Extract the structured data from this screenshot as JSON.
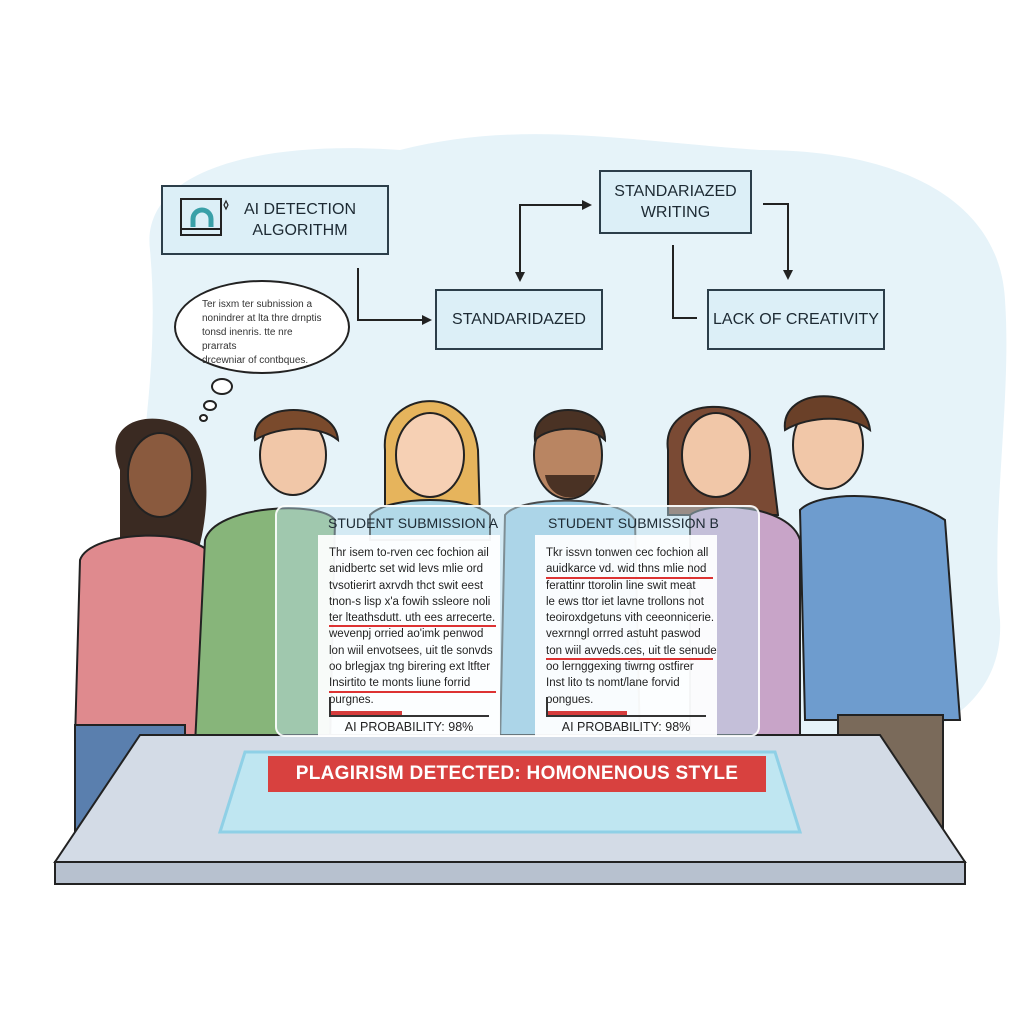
{
  "flowchart": {
    "ai_detection": {
      "line1": "AI DETECTION",
      "line2": "ALGORITHM",
      "icon": "monitor-magnet-icon"
    },
    "standardized_writing": {
      "line1": "STANDARIAZED",
      "line2": "WRITING"
    },
    "standardized": "STANDARIDAZED",
    "lack_of_creativity": "LACK OF CREATIVITY"
  },
  "thought_bubble": {
    "lines": [
      "Ter isxm ter subnission a",
      "nonindrer at lta thre drnptis",
      "tonsd inenris. tte nre prarrats",
      "drcewniar of contbques."
    ]
  },
  "submissions": [
    {
      "title": "STUDENT SUBMISSION A",
      "lines": [
        "Thr isem to-rven cec fochion ail",
        "anidbertc set wid levs mlie ord",
        "tvsotierirt axrvdh thct swit eest",
        "tnon-s lisp x'a fowih ssleore noli",
        "ter lteathsdutt. uth ees arrecerte.",
        "wevenpj orried ao'imk penwod",
        "lon wiil envotsees, uit tle sonvds",
        "oo brlegjax tng birering ext ltfter",
        "Insirtito te monts liune forrid",
        "ourgnes."
      ],
      "underlined": [
        4,
        8
      ],
      "probability_label": "AI PROBABILITY: 98%",
      "bar_fill_fraction": 0.45
    },
    {
      "title": "STUDENT SUBMISSION B",
      "lines": [
        "Tkr issvn tonwen cec fochion all",
        "auidkarce vd. wid thns mlie nod",
        "ferattinr ttorolin line swit meat",
        "le ews ttor iet lavne trollons not",
        "teoiroxdgetuns vith ceeonnicerie.",
        "vexrnngl orrred astuht paswod",
        "ton wiil avveds.ces, uit tle senude",
        "oo lernggexing tiwrng ostfirer",
        "Inst lito ts nomt/lane forvid",
        "oongues."
      ],
      "underlined": [
        1,
        6
      ],
      "probability_label": "AI PROBABILITY: 98%",
      "bar_fill_fraction": 0.5
    }
  ],
  "banner": {
    "text": "PLAGIRISM DETECTED: HOMONENOUS STYLE",
    "color": "#d8413f"
  },
  "colors": {
    "background_blob": "#e6f3f9",
    "box_fill": "#dcefF7",
    "accent_red": "#d8413f"
  }
}
